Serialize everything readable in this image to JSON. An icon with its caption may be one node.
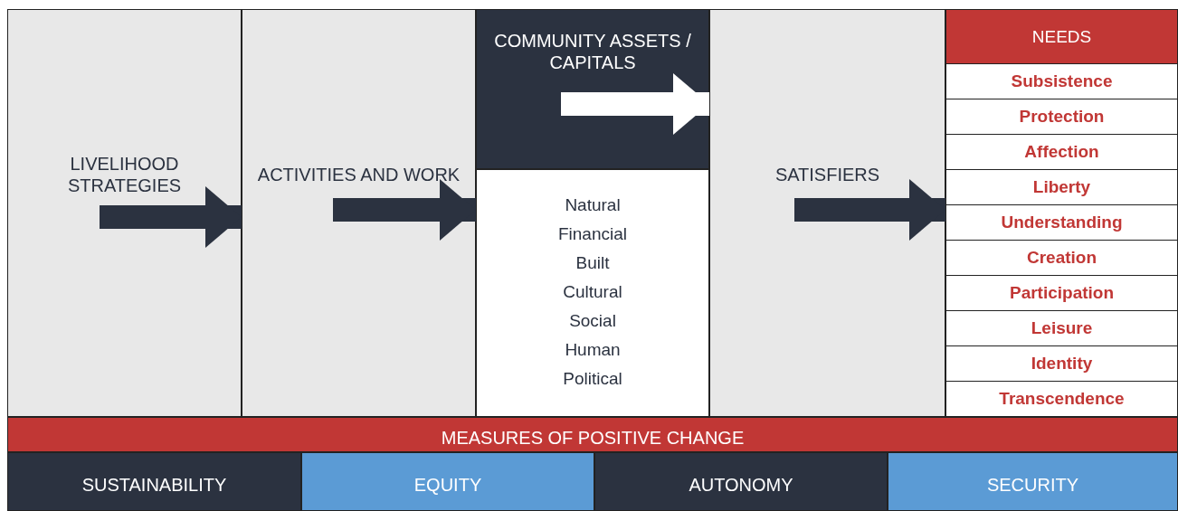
{
  "diagram": {
    "nodes": [
      {
        "text": [
          "LIVELIHOOD STRATEGIES"
        ]
      },
      {
        "text": [
          "ACTIVITIES AND WORK"
        ]
      },
      {
        "text": [
          "COMMUNITY ASSETS / CAPITALS"
        ]
      },
      {
        "text": [
          "Natural",
          "Financial",
          "Built",
          "Cultural",
          "Social",
          "Human",
          "Political"
        ]
      },
      {
        "text": [
          "SATISFIERS"
        ]
      },
      {
        "text": [
          "NEEDS"
        ]
      },
      {
        "text": [
          "Subsistence"
        ],
        "in": 5
      },
      {
        "text": [
          "Protection"
        ],
        "in": 5
      },
      {
        "text": [
          "Affection"
        ],
        "in": 5
      },
      {
        "text": [
          "Liberty"
        ],
        "in": 5
      },
      {
        "text": [
          "Understanding"
        ],
        "in": 5
      },
      {
        "text": [
          "Creation"
        ],
        "in": 5
      },
      {
        "text": [
          "Participation"
        ],
        "in": 5
      },
      {
        "text": [
          "Leisure"
        ],
        "in": 5
      },
      {
        "text": [
          "Identity"
        ],
        "in": 5
      },
      {
        "text": [
          "Transcendence"
        ],
        "in": 5
      },
      {
        "text": [
          "MEASURES OF POSITIVE CHANGE"
        ]
      },
      {
        "text": [
          "SUSTAINABILITY"
        ]
      },
      {
        "text": [
          "EQUITY"
        ]
      },
      {
        "text": [
          "AUTONOMY"
        ]
      },
      {
        "text": [
          "SECURITY"
        ]
      }
    ],
    "edges": [
      {
        "from": 0,
        "to": 1,
        "arrow": "to"
      },
      {
        "from": 1,
        "to": 2,
        "arrow": "to"
      },
      {
        "from": 2,
        "to": 4,
        "arrow": "to",
        "color": "#ffffff"
      },
      {
        "from": 4,
        "to": 5,
        "arrow": "to"
      }
    ]
  }
}
